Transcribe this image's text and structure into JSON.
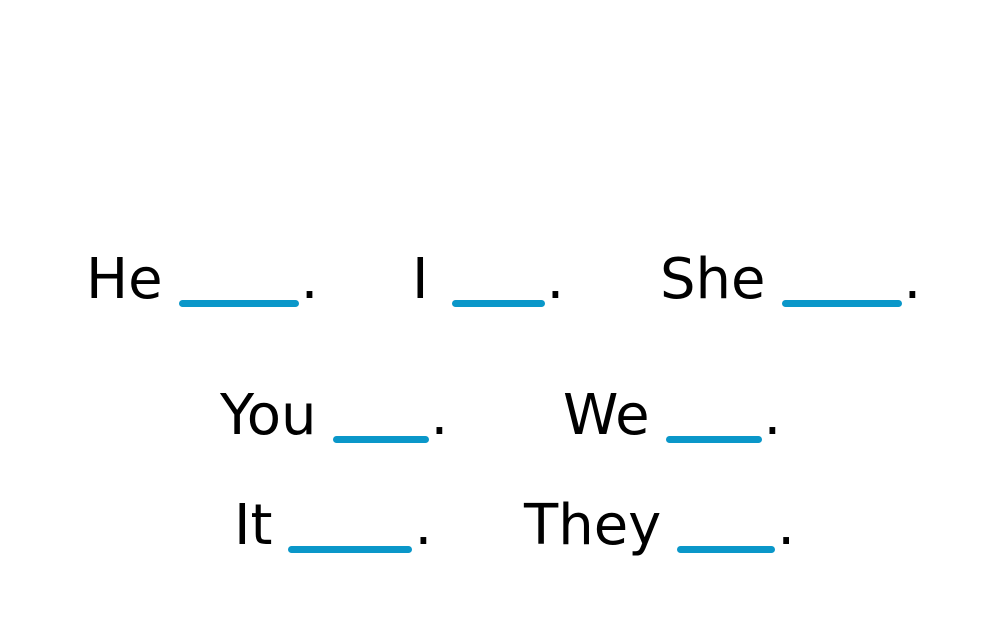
{
  "accent_color": "#0a97c9",
  "rows": [
    {
      "items": [
        {
          "pronoun": "He",
          "punct": "."
        },
        {
          "pronoun": "I",
          "punct": "."
        },
        {
          "pronoun": "She",
          "punct": "."
        }
      ]
    },
    {
      "items": [
        {
          "pronoun": "You",
          "punct": "."
        },
        {
          "pronoun": "We",
          "punct": "."
        }
      ]
    },
    {
      "items": [
        {
          "pronoun": "It",
          "punct": "."
        },
        {
          "pronoun": "They",
          "punct": "."
        }
      ]
    }
  ]
}
